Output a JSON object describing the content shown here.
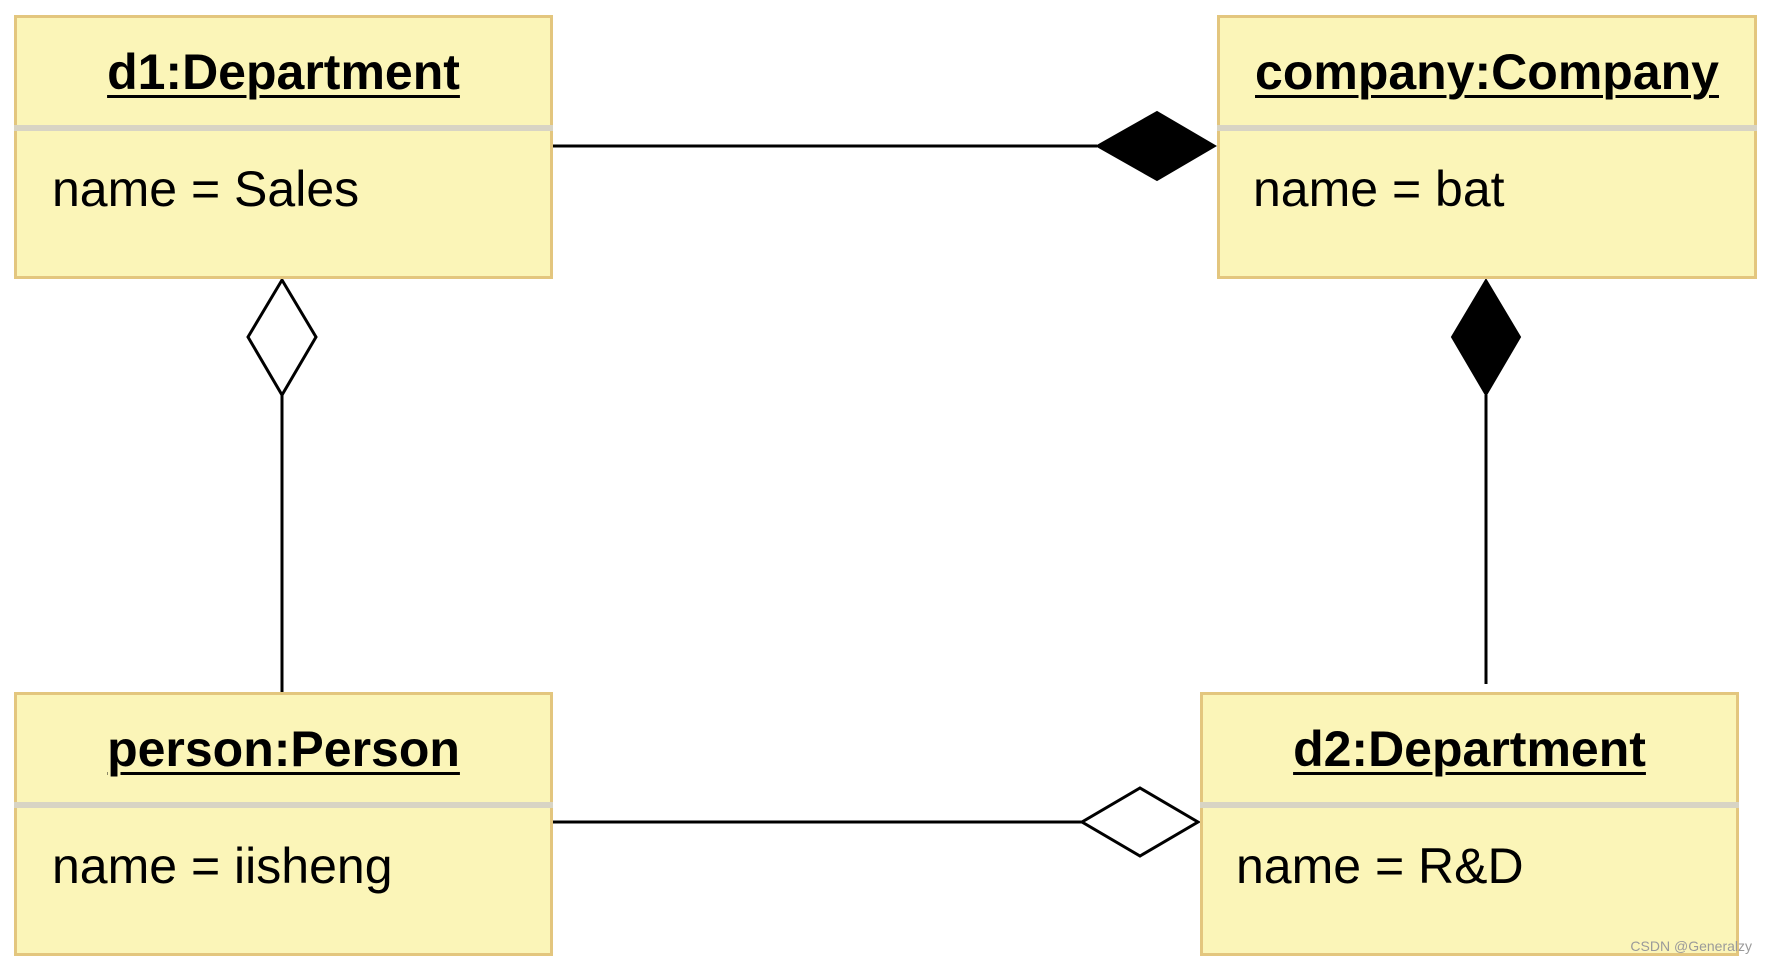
{
  "objects": {
    "d1": {
      "title": "d1:Department",
      "attribute": "name = Sales"
    },
    "company": {
      "title": "company:Company",
      "attribute": "name = bat"
    },
    "person": {
      "title": "person:Person",
      "attribute": "name = iisheng"
    },
    "d2": {
      "title": "d2:Department",
      "attribute": "name = R&D"
    }
  },
  "relationships": [
    {
      "from": "d1:Department",
      "to": "company:Company",
      "kind": "composition"
    },
    {
      "from": "d2:Department",
      "to": "company:Company",
      "kind": "composition"
    },
    {
      "from": "person:Person",
      "to": "d1:Department",
      "kind": "aggregation"
    },
    {
      "from": "person:Person",
      "to": "d2:Department",
      "kind": "aggregation"
    }
  ],
  "colors": {
    "box_fill": "#fbf5b8",
    "box_border": "#e3c67e",
    "separator": "#d8d4c4",
    "line": "#000000"
  },
  "watermark": "CSDN @Generalzy"
}
